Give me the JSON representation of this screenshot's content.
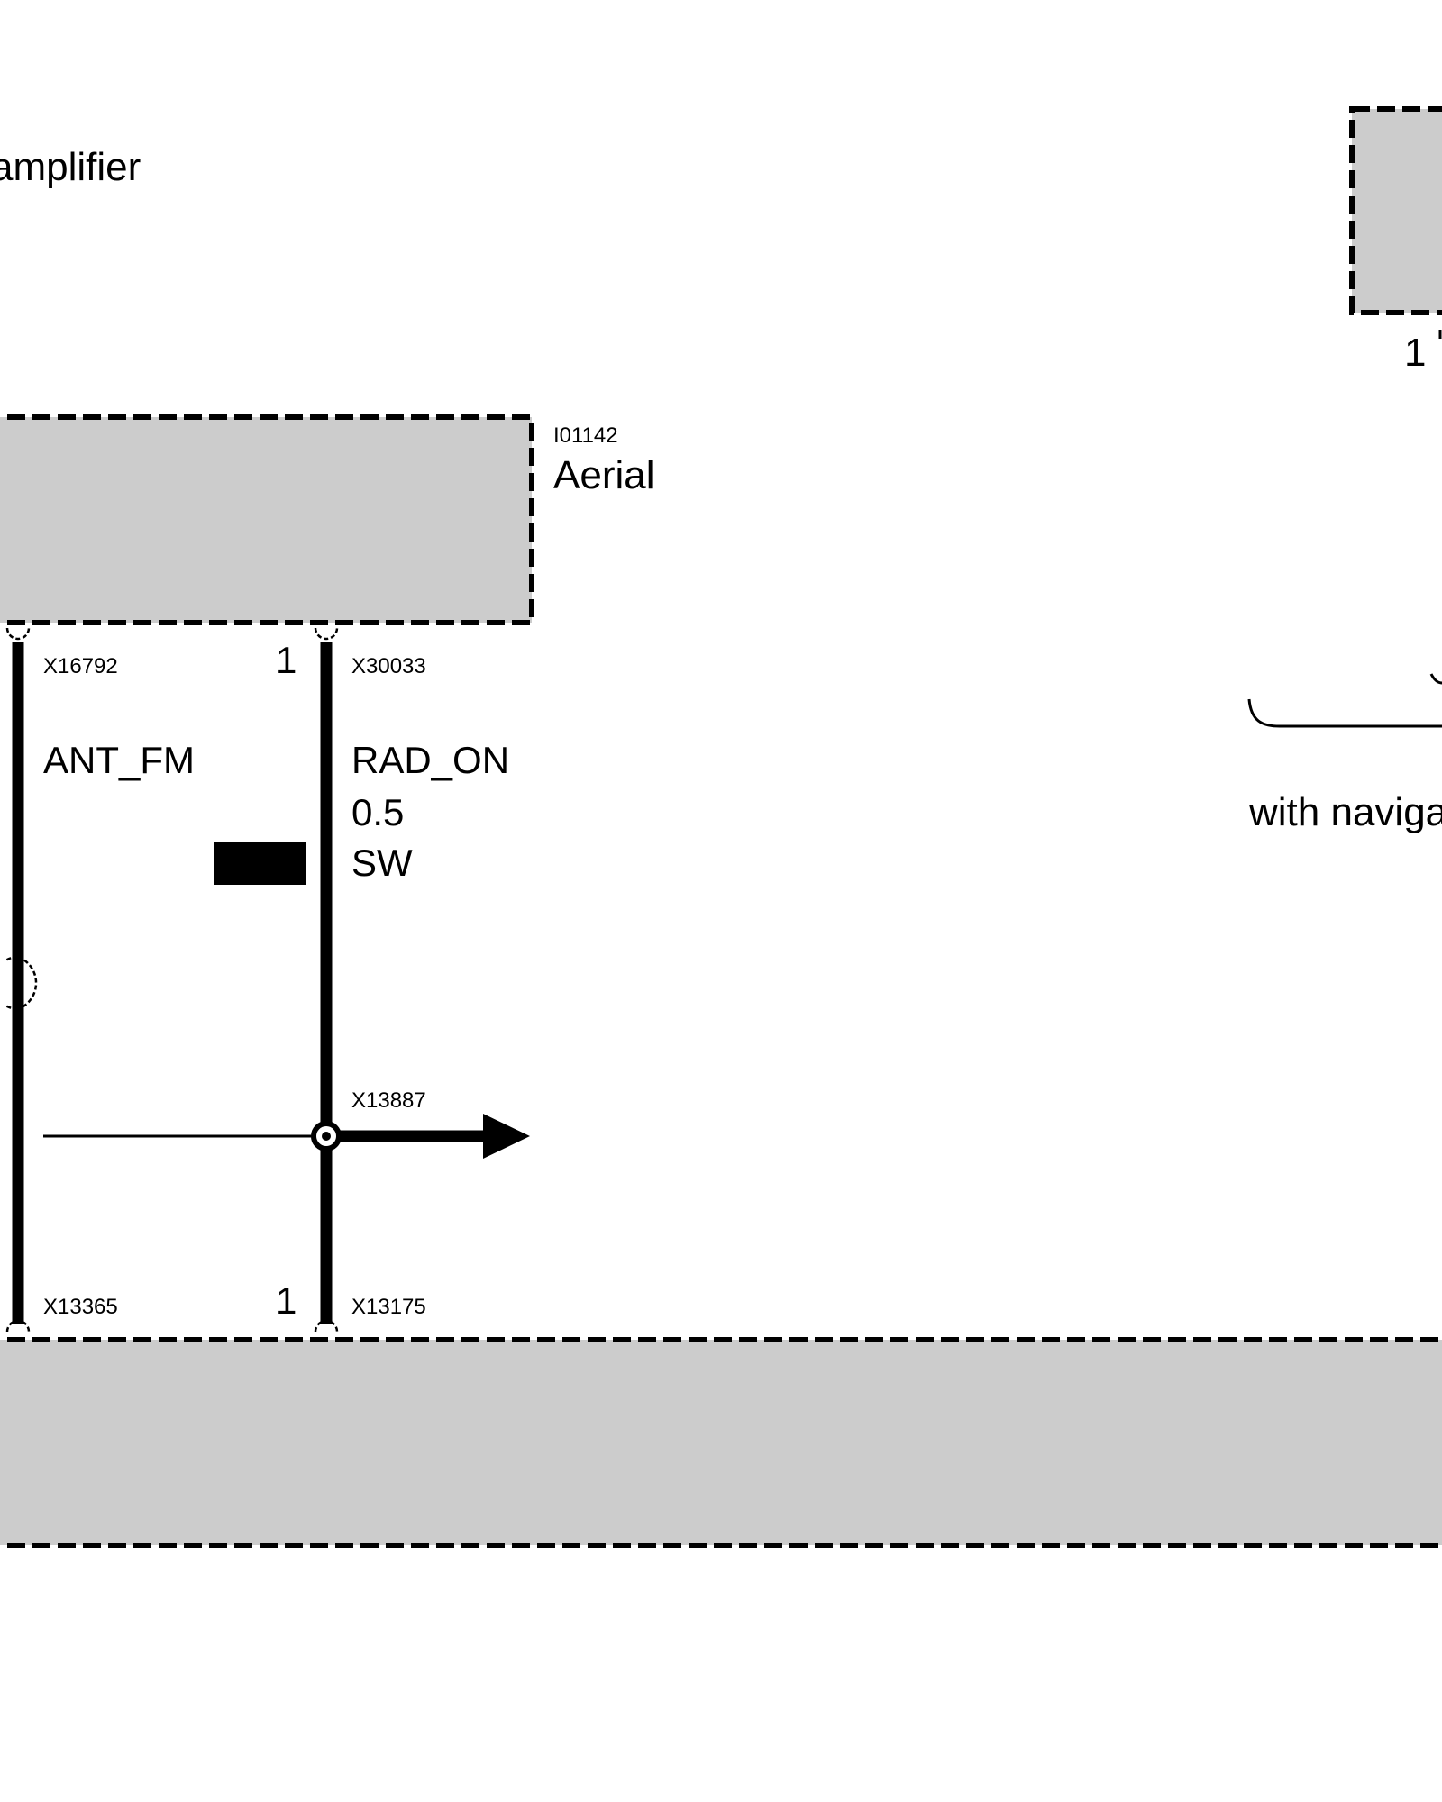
{
  "components": {
    "amplifier_label": "amplifier",
    "aerial_code": "I01142",
    "aerial_label": "Aerial",
    "top_right_pin": "1",
    "navigation_note": "with naviga"
  },
  "connectors": {
    "x16792": "X16792",
    "x30033": "X30033",
    "x30033_pin": "1",
    "x13887": "X13887",
    "x13365": "X13365",
    "x13175": "X13175",
    "x13175_pin": "1"
  },
  "wires": {
    "ant_fm": {
      "signal": "ANT_FM"
    },
    "rad_on": {
      "signal": "RAD_ON",
      "gauge": "0.5",
      "color": "SW"
    }
  }
}
